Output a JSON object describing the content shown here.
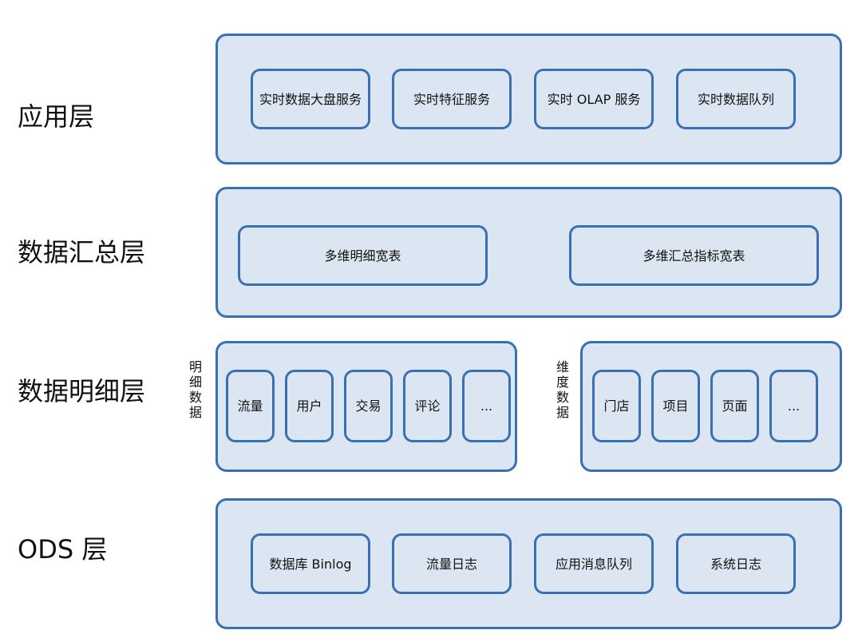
{
  "layers": {
    "app": "应用层",
    "summary": "数据汇总层",
    "detail": "数据明细层",
    "ods": "ODS 层"
  },
  "app_boxes": [
    "实时数据大盘服务",
    "实时特征服务",
    "实时 OLAP 服务",
    "实时数据队列"
  ],
  "summary_boxes": [
    "多维明细宽表",
    "多维汇总指标宽表"
  ],
  "detail_left": {
    "label": "明细数据",
    "boxes": [
      "流量",
      "用户",
      "交易",
      "评论",
      "..."
    ]
  },
  "detail_right": {
    "label": "维度数据",
    "boxes": [
      "门店",
      "项目",
      "页面",
      "..."
    ]
  },
  "ods_boxes": [
    "数据库 Binlog",
    "流量日志",
    "应用消息队列",
    "系统日志"
  ],
  "colors": {
    "fill": "#dce6f2",
    "border": "#3a70b3"
  }
}
